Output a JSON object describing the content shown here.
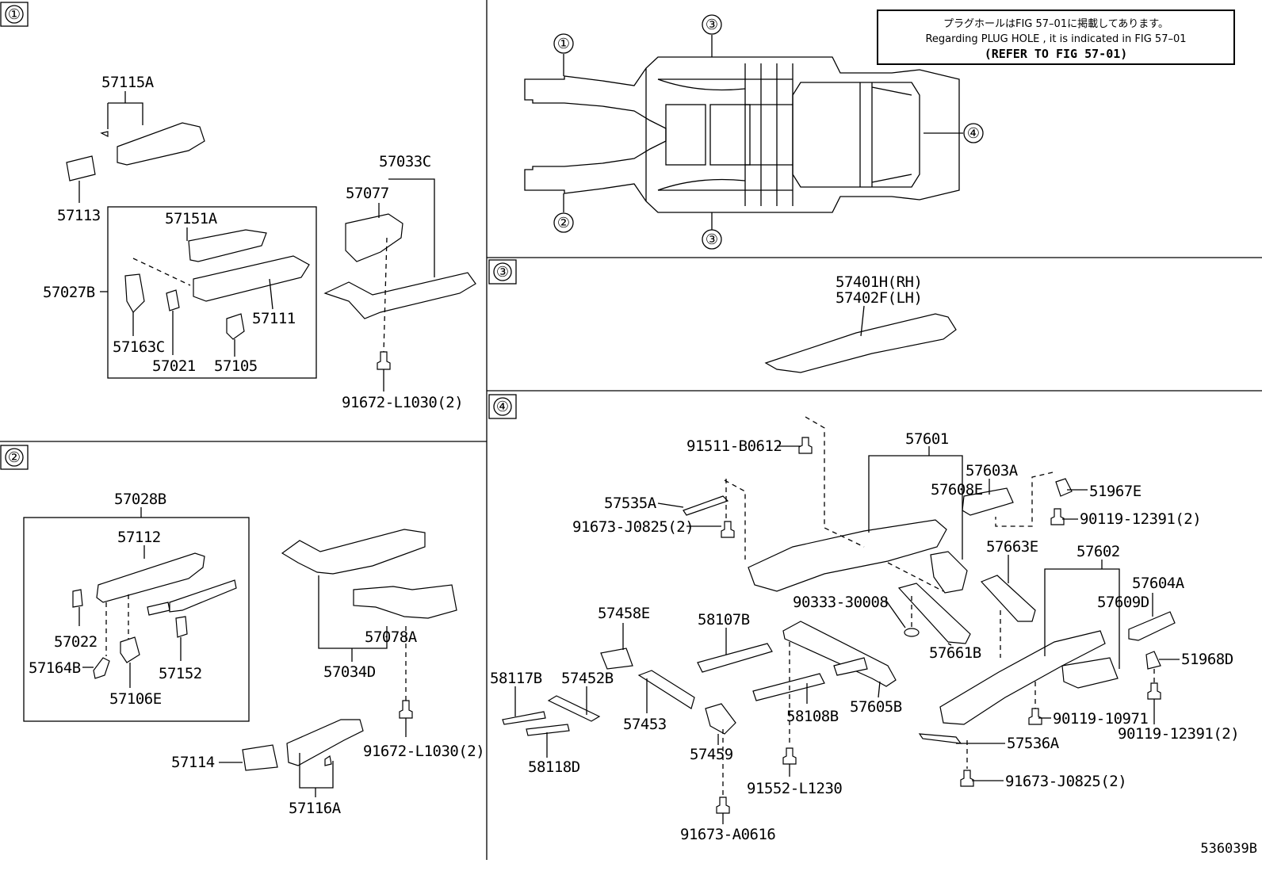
{
  "diagram_id": "536039B",
  "note": {
    "line1": "プラグホールはFIG 57–01に掲載してあります。",
    "line2": "Regarding PLUG HOLE , it is indicated in FIG 57–01",
    "line3": "(REFER TO FIG 57-01)"
  },
  "sections": {
    "s1": "①",
    "s2": "②",
    "s3": "③",
    "s4": "④"
  },
  "overview_callouts": {
    "c1": "①",
    "c2": "②",
    "c3_top": "③",
    "c3_bottom": "③",
    "c4": "④"
  },
  "parts": {
    "p57115A": "57115A",
    "p57113": "57113",
    "p57151A": "57151A",
    "p57027B": "57027B",
    "p57111": "57111",
    "p57163C": "57163C",
    "p57021": "57021",
    "p57105": "57105",
    "p57033C": "57033C",
    "p57077": "57077",
    "p91672_L1030_a": "91672-L1030(2)",
    "p57028B": "57028B",
    "p57112": "57112",
    "p57022": "57022",
    "p57164B": "57164B",
    "p57152": "57152",
    "p57106E": "57106E",
    "p57078A": "57078A",
    "p57034D": "57034D",
    "p91672_L1030_b": "91672-L1030(2)",
    "p57114": "57114",
    "p57116A": "57116A",
    "p57401H": "57401H(RH)",
    "p57402F": "57402F(LH)",
    "p91511": "91511-B0612",
    "p57601": "57601",
    "p57603A": "57603A",
    "p57608E": "57608E",
    "p51967E": "51967E",
    "p90119_12391_a": "90119-12391(2)",
    "p57535A": "57535A",
    "p91673_J0825_a": "91673-J0825(2)",
    "p57663E": "57663E",
    "p57602": "57602",
    "p57604A": "57604A",
    "p57609D": "57609D",
    "p90333": "90333-30008",
    "p57661B": "57661B",
    "p57458E": "57458E",
    "p58107B": "58107B",
    "p51968D": "51968D",
    "p58117B": "58117B",
    "p57452B": "57452B",
    "p57605B": "57605B",
    "p90119_10971": "90119-10971",
    "p90119_12391_b": "90119-12391(2)",
    "p57453": "57453",
    "p58108B": "58108B",
    "p57536A": "57536A",
    "p58118D": "58118D",
    "p57459": "57459",
    "p91552": "91552-L1230",
    "p91673_J0825_b": "91673-J0825(2)",
    "p91673_A0616": "91673-A0616"
  }
}
